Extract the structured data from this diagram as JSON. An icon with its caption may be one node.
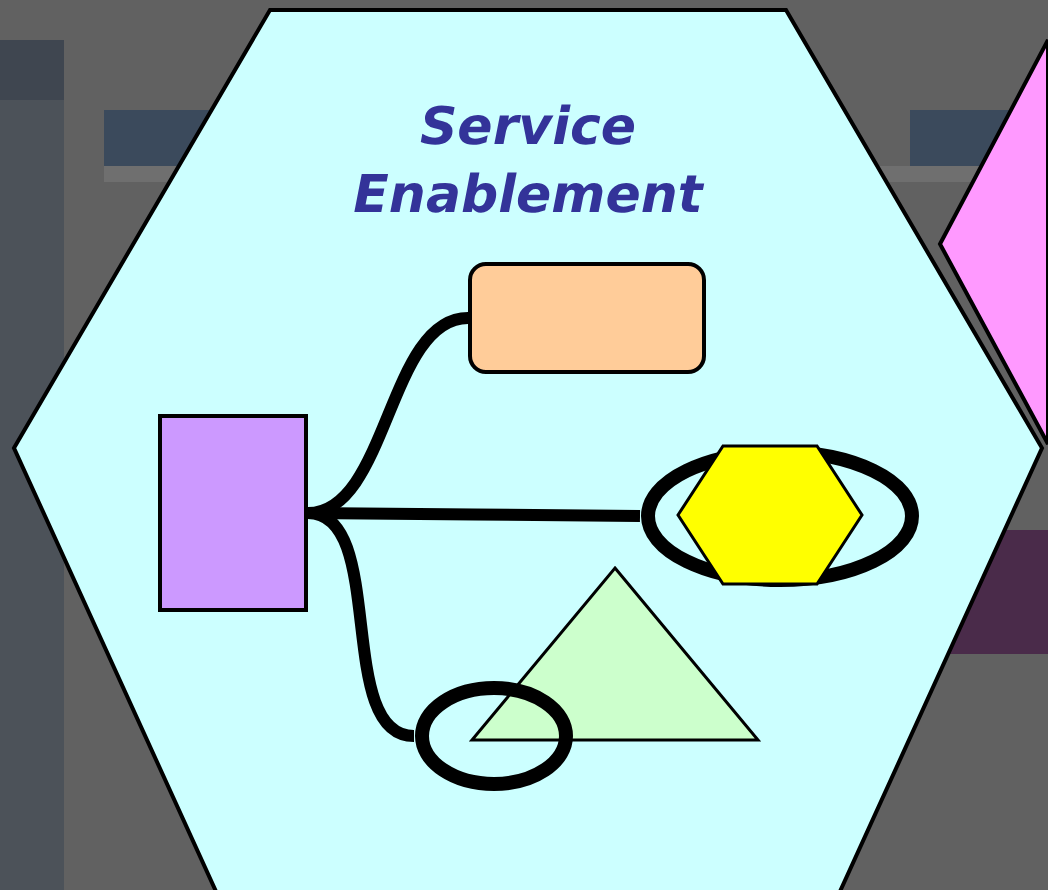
{
  "diagram": {
    "nodes": [
      {
        "text": [
          "Service Enablement"
        ]
      },
      {
        "text": [],
        "shape": "box",
        "in": 0
      },
      {
        "text": [],
        "shape": "box",
        "in": 0
      },
      {
        "text": [],
        "shape": "circle",
        "in": 0
      },
      {
        "text": [],
        "shape": "hexagon",
        "in": 3
      },
      {
        "text": [],
        "shape": "triangle",
        "in": 0
      },
      {
        "text": [],
        "shape": "circle",
        "in": 0
      }
    ],
    "edges": [
      {
        "from": 1,
        "to": 2,
        "arrow": "none"
      },
      {
        "from": 1,
        "to": 3,
        "arrow": "none"
      },
      {
        "from": 1,
        "to": 6,
        "arrow": "none"
      }
    ]
  }
}
